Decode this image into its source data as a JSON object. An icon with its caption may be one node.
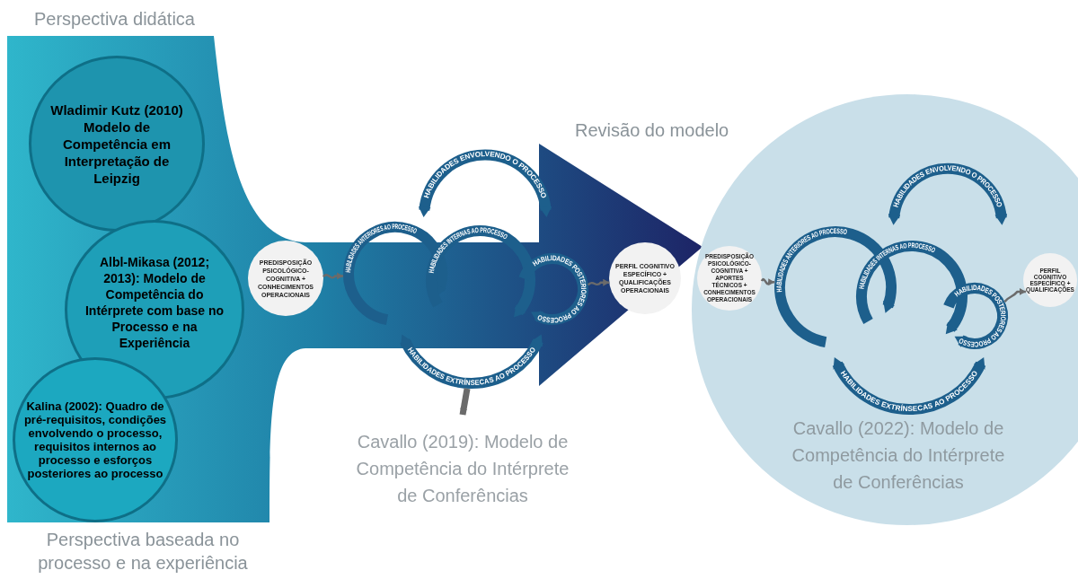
{
  "diagram": {
    "nodes": [
      {
        "text": [
          "Wladimir Kutz (2010) Modelo de Competência em Interpretação de Leipzig"
        ]
      },
      {
        "text": [
          "Albl-Mikasa (2012; 2013): Modelo de Competência do Intérprete com base no Processo e na Experiência"
        ]
      },
      {
        "text": [
          "Kalina (2002): Quadro de pré-requisitos, condições envolvendo o processo, requisitos internos ao processo e esforços posteriores ao processo"
        ]
      },
      {
        "text": [
          "PREDISPOSIÇÃO PSICOLÓGICO-COGNITIVA + CONHECIMENTOS OPERACIONAIS"
        ]
      },
      {
        "text": [
          "PERFIL COGNITIVO ESPECÍFICO + QUALIFICAÇÕES OPERACIONAIS"
        ]
      },
      {
        "text": [
          "Cavallo (2022): Modelo de Competência do Intérprete de Conferências"
        ]
      },
      {
        "text": [
          "PREDISPOSIÇÃO PSICOLÓGICO-COGNITIVA + APORTES TÉCNICOS + CONHECIMENTOS OPERACIONAIS"
        ],
        "in": 5
      },
      {
        "text": [
          "PERFIL COGNITIVO ESPECÍFICO + QUALIFICAÇÕES"
        ],
        "in": 5
      },
      {
        "text": [
          "Cavallo (2019): Modelo de Competência do Intérprete de Conferências"
        ]
      },
      {
        "text": [
          "HABILIDADES ANTERIORES AO PROCESSO"
        ]
      },
      {
        "text": [
          "HABILIDADES ENVOLVENDO O PROCESSO"
        ]
      },
      {
        "text": [
          "HABILIDADES INTERNAS AO PROCESSO"
        ]
      },
      {
        "text": [
          "HABILIDADES POSTERIORES AO PROCESSO"
        ]
      },
      {
        "text": [
          "HABILIDADES EXTRÍNSECAS AO PROCESSO"
        ]
      },
      {
        "text": [
          "HABILIDADES ENVOLVENDO O PROCESSO"
        ],
        "in": 5
      },
      {
        "text": [
          "HABILIDADES ANTERIORES AO PROCESSO"
        ],
        "in": 5
      },
      {
        "text": [
          "HABILIDADES INTERNAS AO PROCESSO"
        ],
        "in": 5
      },
      {
        "text": [
          "HABILIDADES POSTERIORES AO PROCESSO"
        ],
        "in": 5
      },
      {
        "text": [
          "HABILIDADES EXTRÍNSECAS AO PROCESSO"
        ],
        "in": 5
      }
    ],
    "edges": [
      {
        "from": 3,
        "to": 9,
        "arrow": "to"
      },
      {
        "from": 12,
        "to": 4,
        "arrow": "to"
      },
      {
        "from": 6,
        "to": 15,
        "arrow": "to"
      },
      {
        "from": 17,
        "to": 7,
        "arrow": "to"
      },
      {
        "from": 13,
        "to": 8,
        "arrow": "to",
        "style": "thick"
      }
    ],
    "labels": [
      "Perspectiva didática",
      "Revisão do modelo",
      "Perspectiva baseada no processo e na experiência"
    ]
  }
}
